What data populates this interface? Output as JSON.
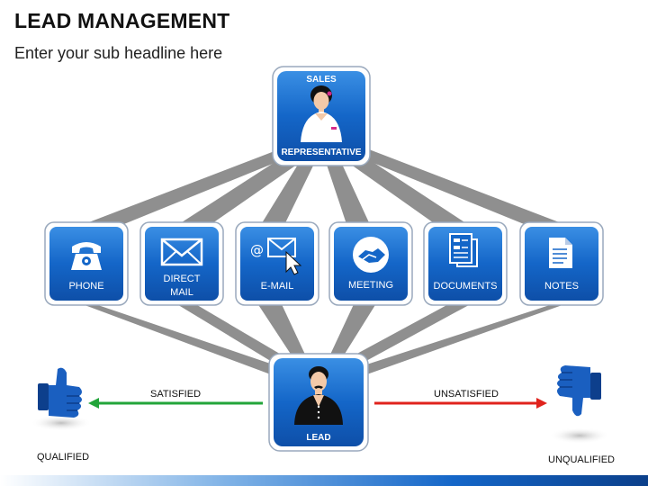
{
  "header": {
    "title": "LEAD MANAGEMENT",
    "subtitle": "Enter your sub headline here"
  },
  "sales": {
    "label_top": "SALES",
    "label_bottom": "REPRESENTATIVE"
  },
  "channels": [
    {
      "label": "PHONE",
      "icon": "phone-icon"
    },
    {
      "label": "DIRECT\nMAIL",
      "icon": "envelope-icon"
    },
    {
      "label": "E-MAIL",
      "icon": "email-cursor-icon"
    },
    {
      "label": "MEETING",
      "icon": "handshake-icon"
    },
    {
      "label": "DOCUMENTS",
      "icon": "documents-icon"
    },
    {
      "label": "NOTES",
      "icon": "notes-icon"
    }
  ],
  "lead": {
    "label": "LEAD"
  },
  "outcomes": {
    "satisfied": "SATISFIED",
    "unsatisfied": "UNSATISFIED",
    "qualified": "QUALIFIED",
    "unqualified": "UNQUALIFIED"
  },
  "colors": {
    "box_blue": "#1466c8",
    "connector_gray": "#8f8f8f",
    "satisfied_green": "#22a53a",
    "unsatisfied_red": "#e0231d",
    "thumb_blue": "#1a5fc0"
  }
}
